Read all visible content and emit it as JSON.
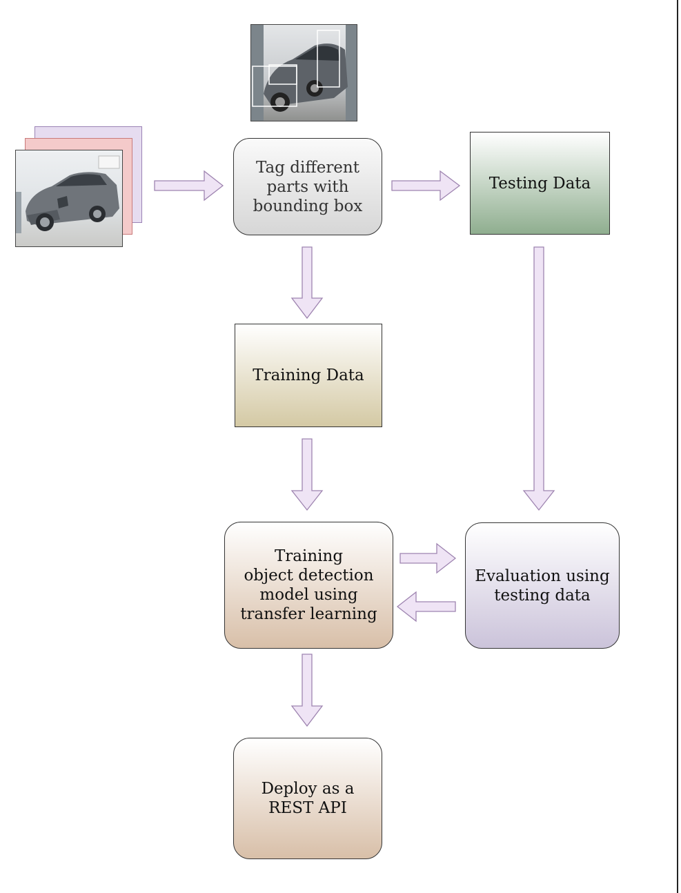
{
  "nodes": {
    "tag": "Tag different\nparts with\nbounding box",
    "testing": "Testing Data",
    "training_data": "Training Data",
    "train_model": "Training\nobject detection\nmodel using\ntransfer learning",
    "evaluation": "Evaluation using\ntesting data",
    "deploy": "Deploy as a\nREST API"
  },
  "colors": {
    "arrow_fill": "#efe4f5",
    "arrow_stroke": "#9e84b0",
    "sheet_back": "#e6dcf0",
    "sheet_middle": "#f4caca"
  }
}
